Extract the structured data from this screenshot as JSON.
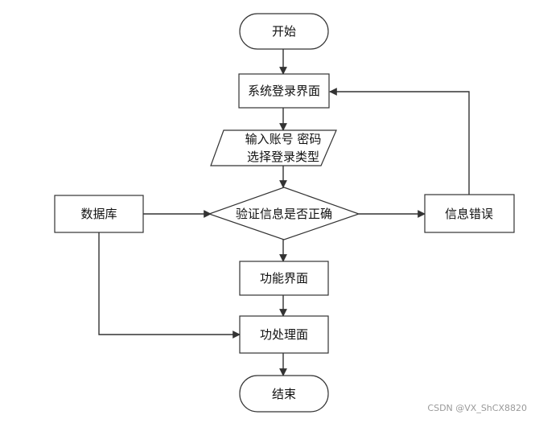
{
  "nodes": {
    "start": "开始",
    "login_page": "系统登录界面",
    "input_line1": "输入账号 密码",
    "input_line2": "选择登录类型",
    "database": "数据库",
    "verify": "验证信息是否正确",
    "info_error": "信息错误",
    "function_page": "功能界面",
    "process": "功处理面",
    "end": "结束"
  },
  "watermark": "CSDN @VX_ShCX8820"
}
